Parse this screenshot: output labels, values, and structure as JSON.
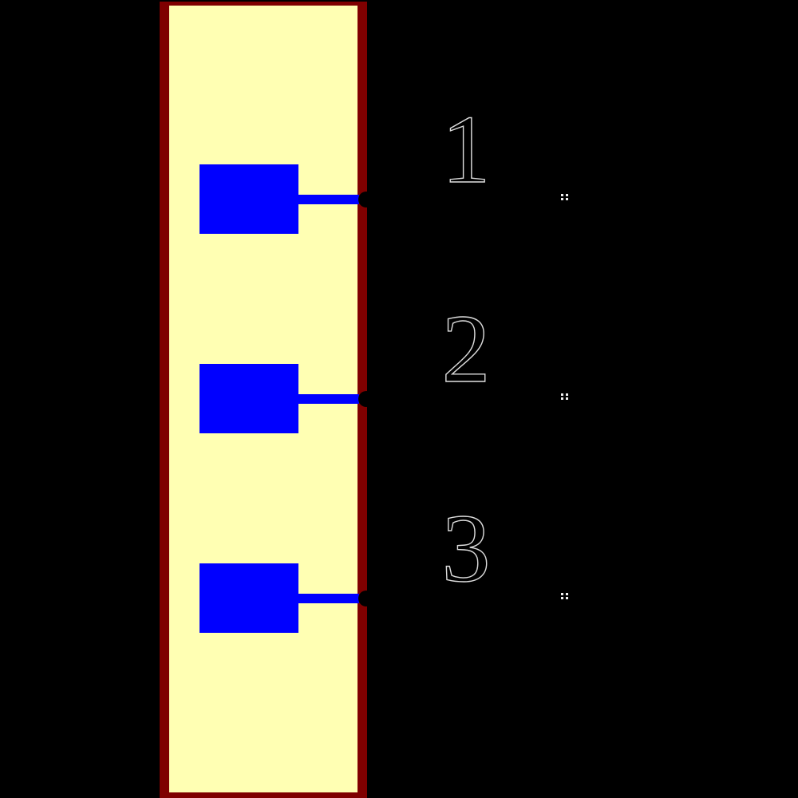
{
  "colors": {
    "background": "#000000",
    "body_fill": "#FFFFB3",
    "body_border": "#7F0000",
    "pin_blue": "#0000FF",
    "terminal_black": "#000000",
    "number_fill": "#000000",
    "number_outline": "#DCDCDC",
    "marker_dot": "#EFEFEF"
  },
  "icons": {
    "pin_marker": "four-dot-grid-icon"
  },
  "pins": [
    {
      "number": "1"
    },
    {
      "number": "2"
    },
    {
      "number": "3"
    }
  ]
}
